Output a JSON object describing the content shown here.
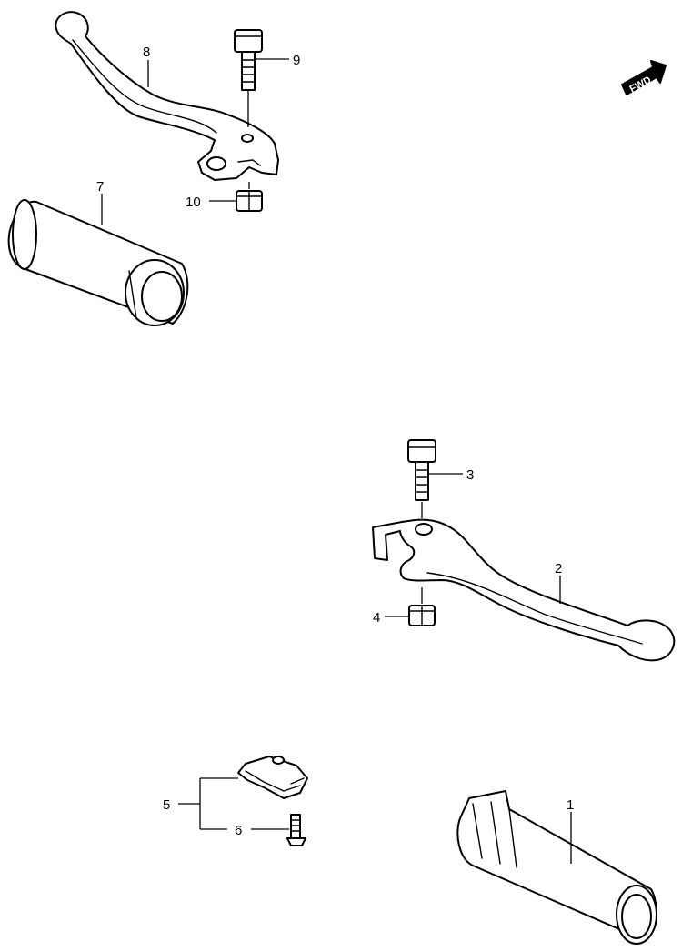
{
  "callouts": [
    {
      "id": "1",
      "label": "1"
    },
    {
      "id": "2",
      "label": "2"
    },
    {
      "id": "3",
      "label": "3"
    },
    {
      "id": "4",
      "label": "4"
    },
    {
      "id": "5",
      "label": "5"
    },
    {
      "id": "6",
      "label": "6"
    },
    {
      "id": "7",
      "label": "7"
    },
    {
      "id": "8",
      "label": "8"
    },
    {
      "id": "9",
      "label": "9"
    },
    {
      "id": "10",
      "label": "10"
    }
  ],
  "direction_indicator": {
    "label": "FWD",
    "icon": "forward-arrow-icon"
  },
  "colors": {
    "line": "#000000",
    "background": "#ffffff"
  }
}
